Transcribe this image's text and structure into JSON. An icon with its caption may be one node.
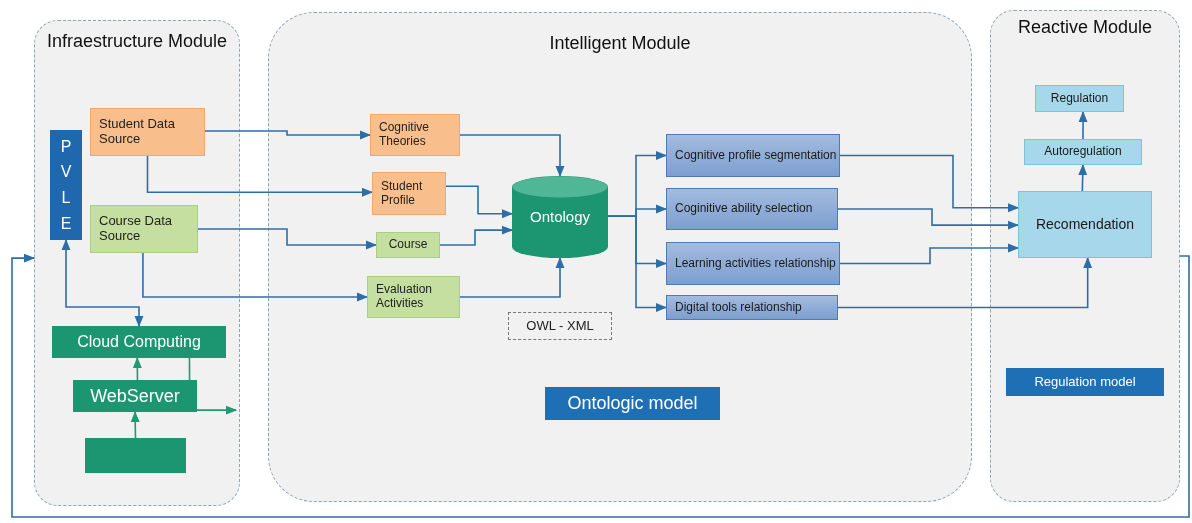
{
  "diagram": {
    "nodes": [
      {
        "text": [
          "Infraestructure Module"
        ]
      },
      {
        "text": [
          "Intelligent Module"
        ]
      },
      {
        "text": [
          "Reactive Module"
        ]
      },
      {
        "text": [
          "PVLE"
        ],
        "in": 0
      },
      {
        "text": [
          "Student Data Source"
        ],
        "in": 0
      },
      {
        "text": [
          "Course Data Source"
        ],
        "in": 0
      },
      {
        "text": [
          "Cloud Computing"
        ],
        "in": 0
      },
      {
        "text": [
          "WebServer"
        ],
        "in": 0
      },
      {
        "text": [],
        "shape": "box",
        "in": 0
      },
      {
        "text": [
          "Cognitive Theories"
        ],
        "in": 1
      },
      {
        "text": [
          "Student Profile"
        ],
        "in": 1
      },
      {
        "text": [
          "Course"
        ],
        "in": 1
      },
      {
        "text": [
          "Evaluation Activities"
        ],
        "in": 1
      },
      {
        "text": [
          "Ontology"
        ],
        "in": 1
      },
      {
        "text": [
          "OWL - XML"
        ],
        "in": 1
      },
      {
        "text": [
          "Ontologic model"
        ],
        "in": 1
      },
      {
        "text": [
          "Cognitive profile segmentation"
        ],
        "in": 1
      },
      {
        "text": [
          "Coginitive ability selection"
        ],
        "in": 1
      },
      {
        "text": [
          "Learning activities relationship"
        ],
        "in": 1
      },
      {
        "text": [
          "Digital tools relationship"
        ],
        "in": 1
      },
      {
        "text": [
          "Regulation"
        ],
        "in": 2
      },
      {
        "text": [
          "Autoregulation"
        ],
        "in": 2
      },
      {
        "text": [
          "Recomendation"
        ],
        "in": 2
      },
      {
        "text": [
          "Regulation model"
        ],
        "in": 2
      }
    ],
    "edges": [
      {
        "from": 4,
        "to": 9,
        "arrow": "to"
      },
      {
        "from": 4,
        "to": 10,
        "arrow": "to"
      },
      {
        "from": 5,
        "to": 11,
        "arrow": "to"
      },
      {
        "from": 5,
        "to": 12,
        "arrow": "to"
      },
      {
        "from": 9,
        "to": 13,
        "arrow": "to"
      },
      {
        "from": 10,
        "to": 13,
        "arrow": "to"
      },
      {
        "from": 11,
        "to": 13,
        "arrow": "to"
      },
      {
        "from": 12,
        "to": 13,
        "arrow": "to"
      },
      {
        "from": 13,
        "to": 16,
        "arrow": "to"
      },
      {
        "from": 13,
        "to": 17,
        "arrow": "to"
      },
      {
        "from": 13,
        "to": 18,
        "arrow": "to"
      },
      {
        "from": 13,
        "to": 19,
        "arrow": "to"
      },
      {
        "from": 16,
        "to": 22,
        "arrow": "to"
      },
      {
        "from": 17,
        "to": 22,
        "arrow": "to"
      },
      {
        "from": 18,
        "to": 22,
        "arrow": "to"
      },
      {
        "from": 19,
        "to": 22,
        "arrow": "to"
      },
      {
        "from": 22,
        "to": 21,
        "arrow": "to"
      },
      {
        "from": 21,
        "to": 20,
        "arrow": "to"
      },
      {
        "from": 3,
        "to": 6,
        "arrow": "both"
      },
      {
        "from": 7,
        "to": 6,
        "arrow": "to",
        "color": "#1f9a72"
      },
      {
        "from": 8,
        "to": 7,
        "arrow": "to",
        "color": "#1f9a72"
      },
      {
        "from": 7,
        "to": 6,
        "arrow": "none",
        "color": "#1f9a72"
      },
      {
        "from": 7,
        "to": null,
        "arrow": "to",
        "color": "#1f9a72"
      },
      {
        "from": 2,
        "to": 0,
        "arrow": "to"
      }
    ]
  }
}
